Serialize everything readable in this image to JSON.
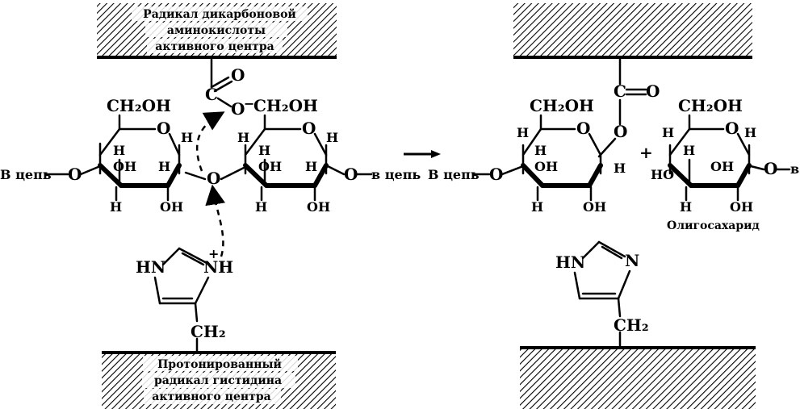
{
  "left_top_block": {
    "line1": "Радикал дикарбоновой",
    "line2": "аминокислоты",
    "line3": "активного центра"
  },
  "left_bottom_block": {
    "line1": "Протонированный",
    "line2": "радикал гистидина",
    "line3": "активного центра"
  },
  "carboxyl": {
    "o_double": "O",
    "c": "C",
    "o_minus": "O",
    "charge": "−"
  },
  "sugar_left": {
    "ch2oh": "CH₂OH",
    "ring_o": "O",
    "h1": "H",
    "h2": "H",
    "h3": "H",
    "h4": "H",
    "oh1": "OH",
    "oh2": "OH",
    "chain_in": "В цепь",
    "link_o": "O"
  },
  "glycosidic_o": "O",
  "sugar_middle": {
    "ch2oh": "CH₂OH",
    "ring_o": "O",
    "h1": "H",
    "h2": "H",
    "h3": "H",
    "h4": "H",
    "h5": "H",
    "oh1": "OH",
    "oh2": "OH",
    "chain_out": "в цепь",
    "link_o": "O"
  },
  "histidine_left": {
    "hn": "HN",
    "nh": "NH",
    "plus": "+",
    "ch2": "CH₂"
  },
  "arrow": "⟶",
  "right_product": {
    "carboxyl": {
      "o_double": "O",
      "c": "C"
    },
    "ester_o": "O",
    "ch2oh": "CH₂OH",
    "ring_o": "O",
    "h1": "H",
    "h2": "H",
    "h3": "H",
    "h4": "H",
    "oh1": "OH",
    "oh2": "OH",
    "chain_in": "В цепь",
    "link_o": "O"
  },
  "plus": "+",
  "oligosaccharide": {
    "ch2oh": "CH₂OH",
    "ring_o": "O",
    "h1": "H",
    "h2": "H",
    "h3": "H",
    "h4": "H",
    "oh1": "HO",
    "oh2": "OH",
    "oh3": "OH",
    "link_o": "O",
    "chain_out": "в",
    "caption": "Олигосахарид"
  },
  "histidine_right": {
    "hn": "HN",
    "n": "N",
    "ch2": "CH₂"
  }
}
